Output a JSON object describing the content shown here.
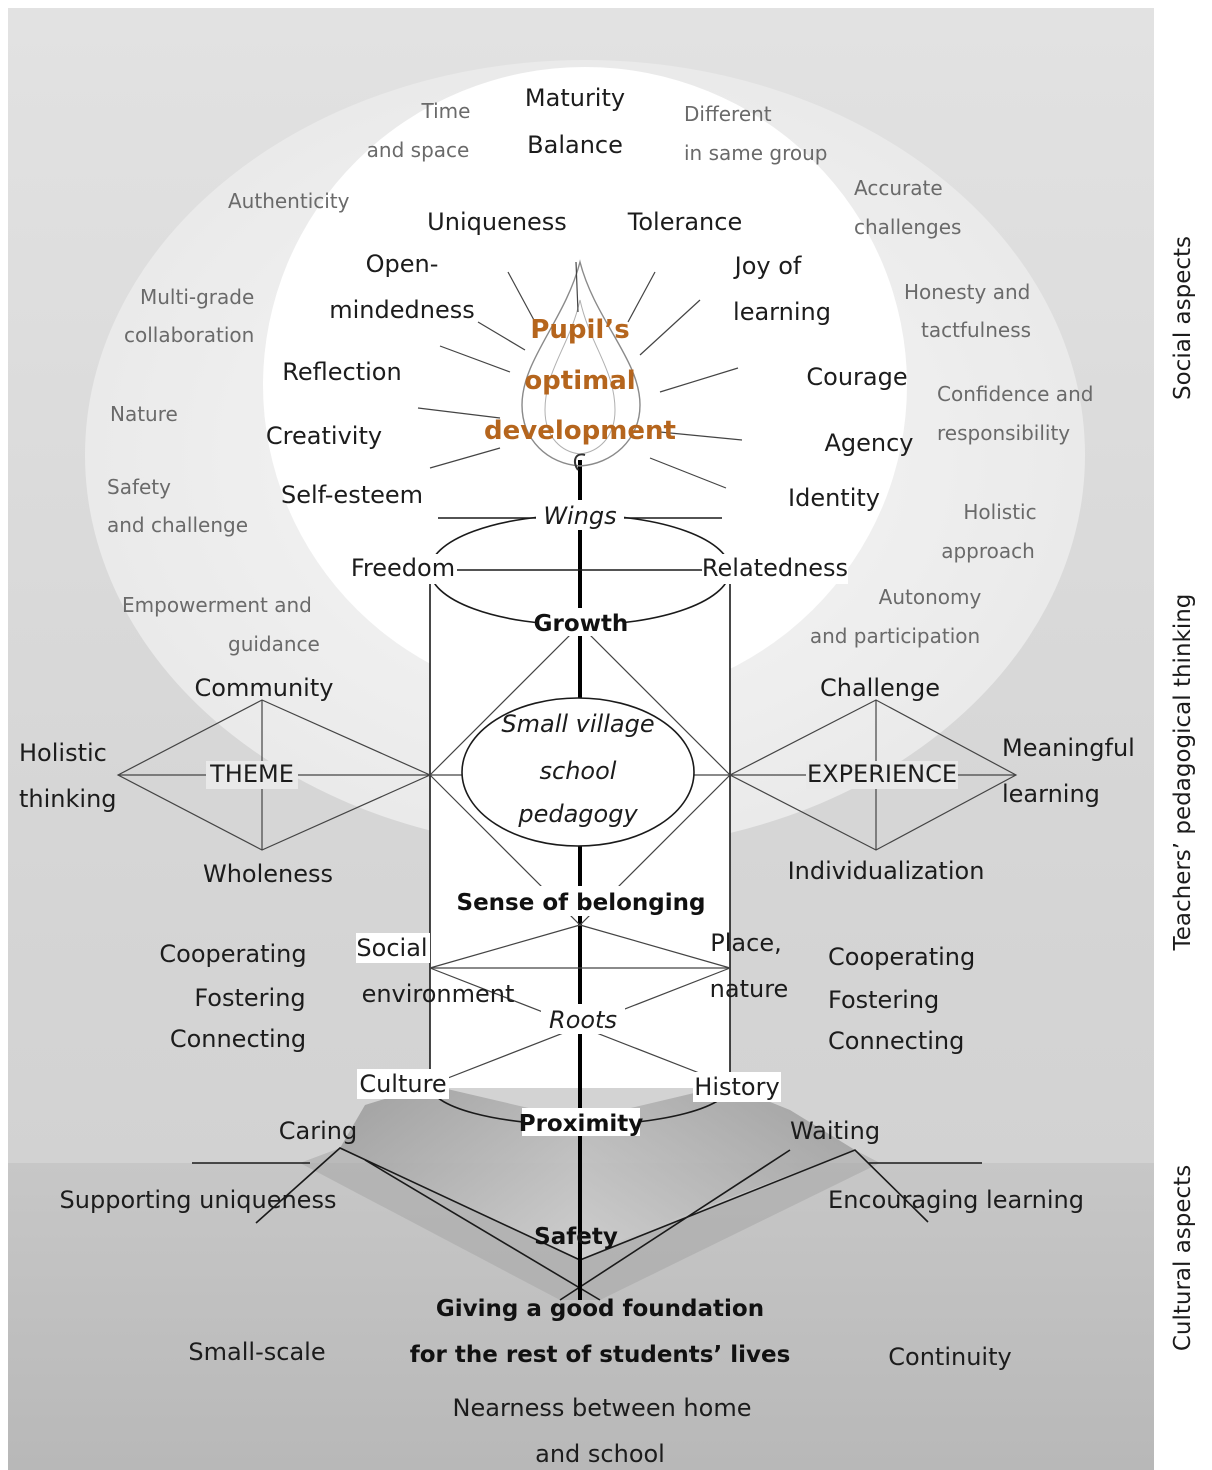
{
  "side_labels": {
    "social": "Social aspects",
    "pedagogical": "Teachers’ pedagogical thinking",
    "cultural": "Cultural aspects"
  },
  "center": {
    "pupil": [
      "Pupil’s",
      "optimal",
      "development"
    ],
    "pedagogy": [
      "Small village",
      "school",
      "pedagogy"
    ]
  },
  "outer_ring": {
    "time_space": [
      "Time",
      "and space"
    ],
    "different_group": [
      "Different",
      "in same group"
    ],
    "accurate_challenges": [
      "Accurate",
      "challenges"
    ],
    "authenticity": "Authenticity",
    "multi_grade": [
      "Multi-grade",
      "collaboration"
    ],
    "honesty": [
      "Honesty and",
      "tactfulness"
    ],
    "nature": "Nature",
    "confidence": [
      "Confidence and",
      "responsibility"
    ],
    "safety_challenge": [
      "Safety",
      "and challenge"
    ],
    "holistic_approach": [
      "Holistic",
      "approach"
    ],
    "empowerment": [
      "Empowerment and",
      "guidance"
    ],
    "autonomy": [
      "Autonomy",
      "and participation"
    ]
  },
  "inner_ring": {
    "maturity": "Maturity",
    "balance": "Balance",
    "uniqueness": "Uniqueness",
    "tolerance": "Tolerance",
    "open_mindedness": [
      "Open-",
      "mindedness"
    ],
    "joy_of_learning": [
      "Joy of",
      "learning"
    ],
    "reflection": "Reflection",
    "courage": "Courage",
    "creativity": "Creativity",
    "agency": "Agency",
    "self_esteem": "Self-esteem",
    "identity": "Identity"
  },
  "cylinder": {
    "wings": "Wings",
    "freedom": "Freedom",
    "relatedness": "Relatedness",
    "growth": "Growth",
    "sense_of_belonging": "Sense of belonging",
    "social_environment": [
      "Social",
      "environment"
    ],
    "place_nature": [
      "Place,",
      "nature"
    ],
    "roots": "Roots",
    "culture": "Culture",
    "history": "History",
    "proximity": "Proximity"
  },
  "left_diamond": {
    "community": "Community",
    "theme": "THEME",
    "wholeness": "Wholeness",
    "holistic_thinking": [
      "Holistic",
      "thinking"
    ]
  },
  "right_diamond": {
    "challenge": "Challenge",
    "experience": "EXPERIENCE",
    "individualization": "Individualization",
    "meaningful_learning": [
      "Meaningful",
      "learning"
    ]
  },
  "cooperating_left": [
    "Cooperating",
    "Fostering",
    "Connecting"
  ],
  "cooperating_right": [
    "Cooperating",
    "Fostering",
    "Connecting"
  ],
  "base": {
    "caring": "Caring",
    "waiting": "Waiting",
    "supporting_uniqueness": "Supporting uniqueness",
    "encouraging_learning": "Encouraging learning",
    "safety": "Safety",
    "foundation": [
      "Giving a good foundation",
      "for the rest of students’ lives"
    ],
    "small_scale": "Small-scale",
    "continuity": "Continuity",
    "nearness": [
      "Nearness between home",
      "and school"
    ]
  }
}
